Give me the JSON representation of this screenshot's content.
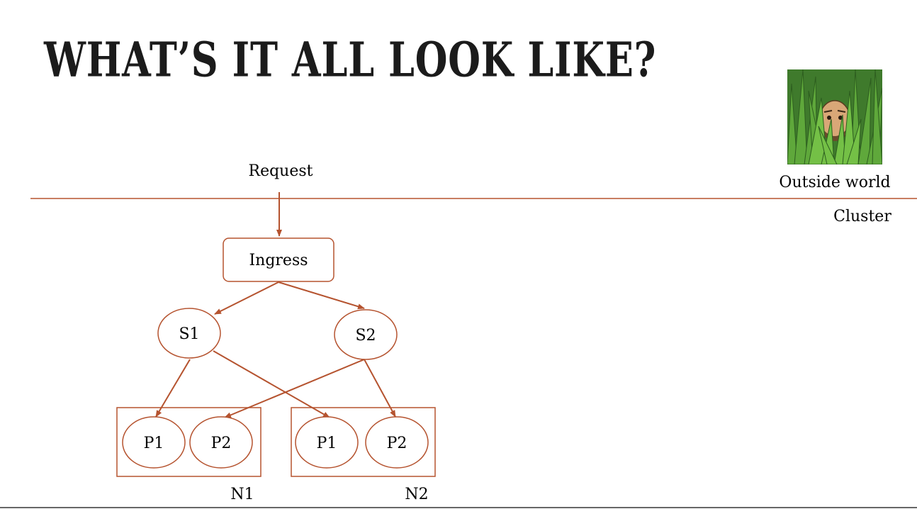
{
  "slide": {
    "title": "WHAT’S IT ALL LOOK LIKE?",
    "outside_label": "Outside world",
    "cluster_label": "Cluster",
    "avatar_icon": "person-in-grass-avatar"
  },
  "diagram": {
    "request": "Request",
    "ingress": "Ingress",
    "services": [
      "S1",
      "S2"
    ],
    "nodes": [
      {
        "label": "N1",
        "pods": [
          "P1",
          "P2"
        ]
      },
      {
        "label": "N2",
        "pods": [
          "P1",
          "P2"
        ]
      }
    ]
  },
  "colors": {
    "accent": "#b5532f",
    "text": "#111111"
  }
}
